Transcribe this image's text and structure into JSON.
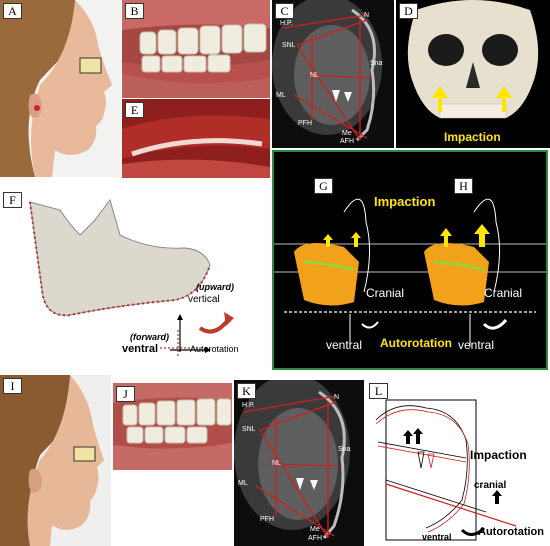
{
  "panels": {
    "A": {
      "label": "A"
    },
    "B": {
      "label": "B"
    },
    "C": {
      "label": "C",
      "annotations": {
        "hp": "H.P.",
        "snl": "SNL",
        "nl": "NL",
        "ml": "ML",
        "pfh": "PFH",
        "afh": "AFH",
        "me": "Me",
        "n": "N",
        "sna": "Sna"
      }
    },
    "D": {
      "label": "D",
      "caption": "Impaction"
    },
    "E": {
      "label": "E"
    },
    "F": {
      "label": "F",
      "upward": "(upward)",
      "vertical": "vertical",
      "forward": "(forward)",
      "ventral": "ventral",
      "autorotation": "Autorotation"
    },
    "G": {
      "label": "G"
    },
    "H": {
      "label": "H"
    },
    "GH": {
      "impaction": "Impaction",
      "cranial_left": "Cranial",
      "cranial_right": "Cranial",
      "ventral_left": "ventral",
      "ventral_right": "ventral",
      "autorotation": "Autorotation"
    },
    "I": {
      "label": "I"
    },
    "J": {
      "label": "J"
    },
    "K": {
      "label": "K",
      "annotations": {
        "hp": "H.P.",
        "snl": "SNL",
        "nl": "NL",
        "ml": "ML",
        "pfh": "PFH",
        "afh": "AFH",
        "me": "Me",
        "n": "N",
        "sna": "Sna"
      }
    },
    "L": {
      "label": "L",
      "impaction": "Impaction",
      "cranial": "cranial",
      "ventral": "ventral",
      "autorotation": "Autorotation"
    }
  },
  "colors": {
    "impaction_yellow": "#ffe600",
    "tracing_red": "#d21e1e",
    "gh_border": "#2e8b3d",
    "gh_background": "#000000"
  }
}
